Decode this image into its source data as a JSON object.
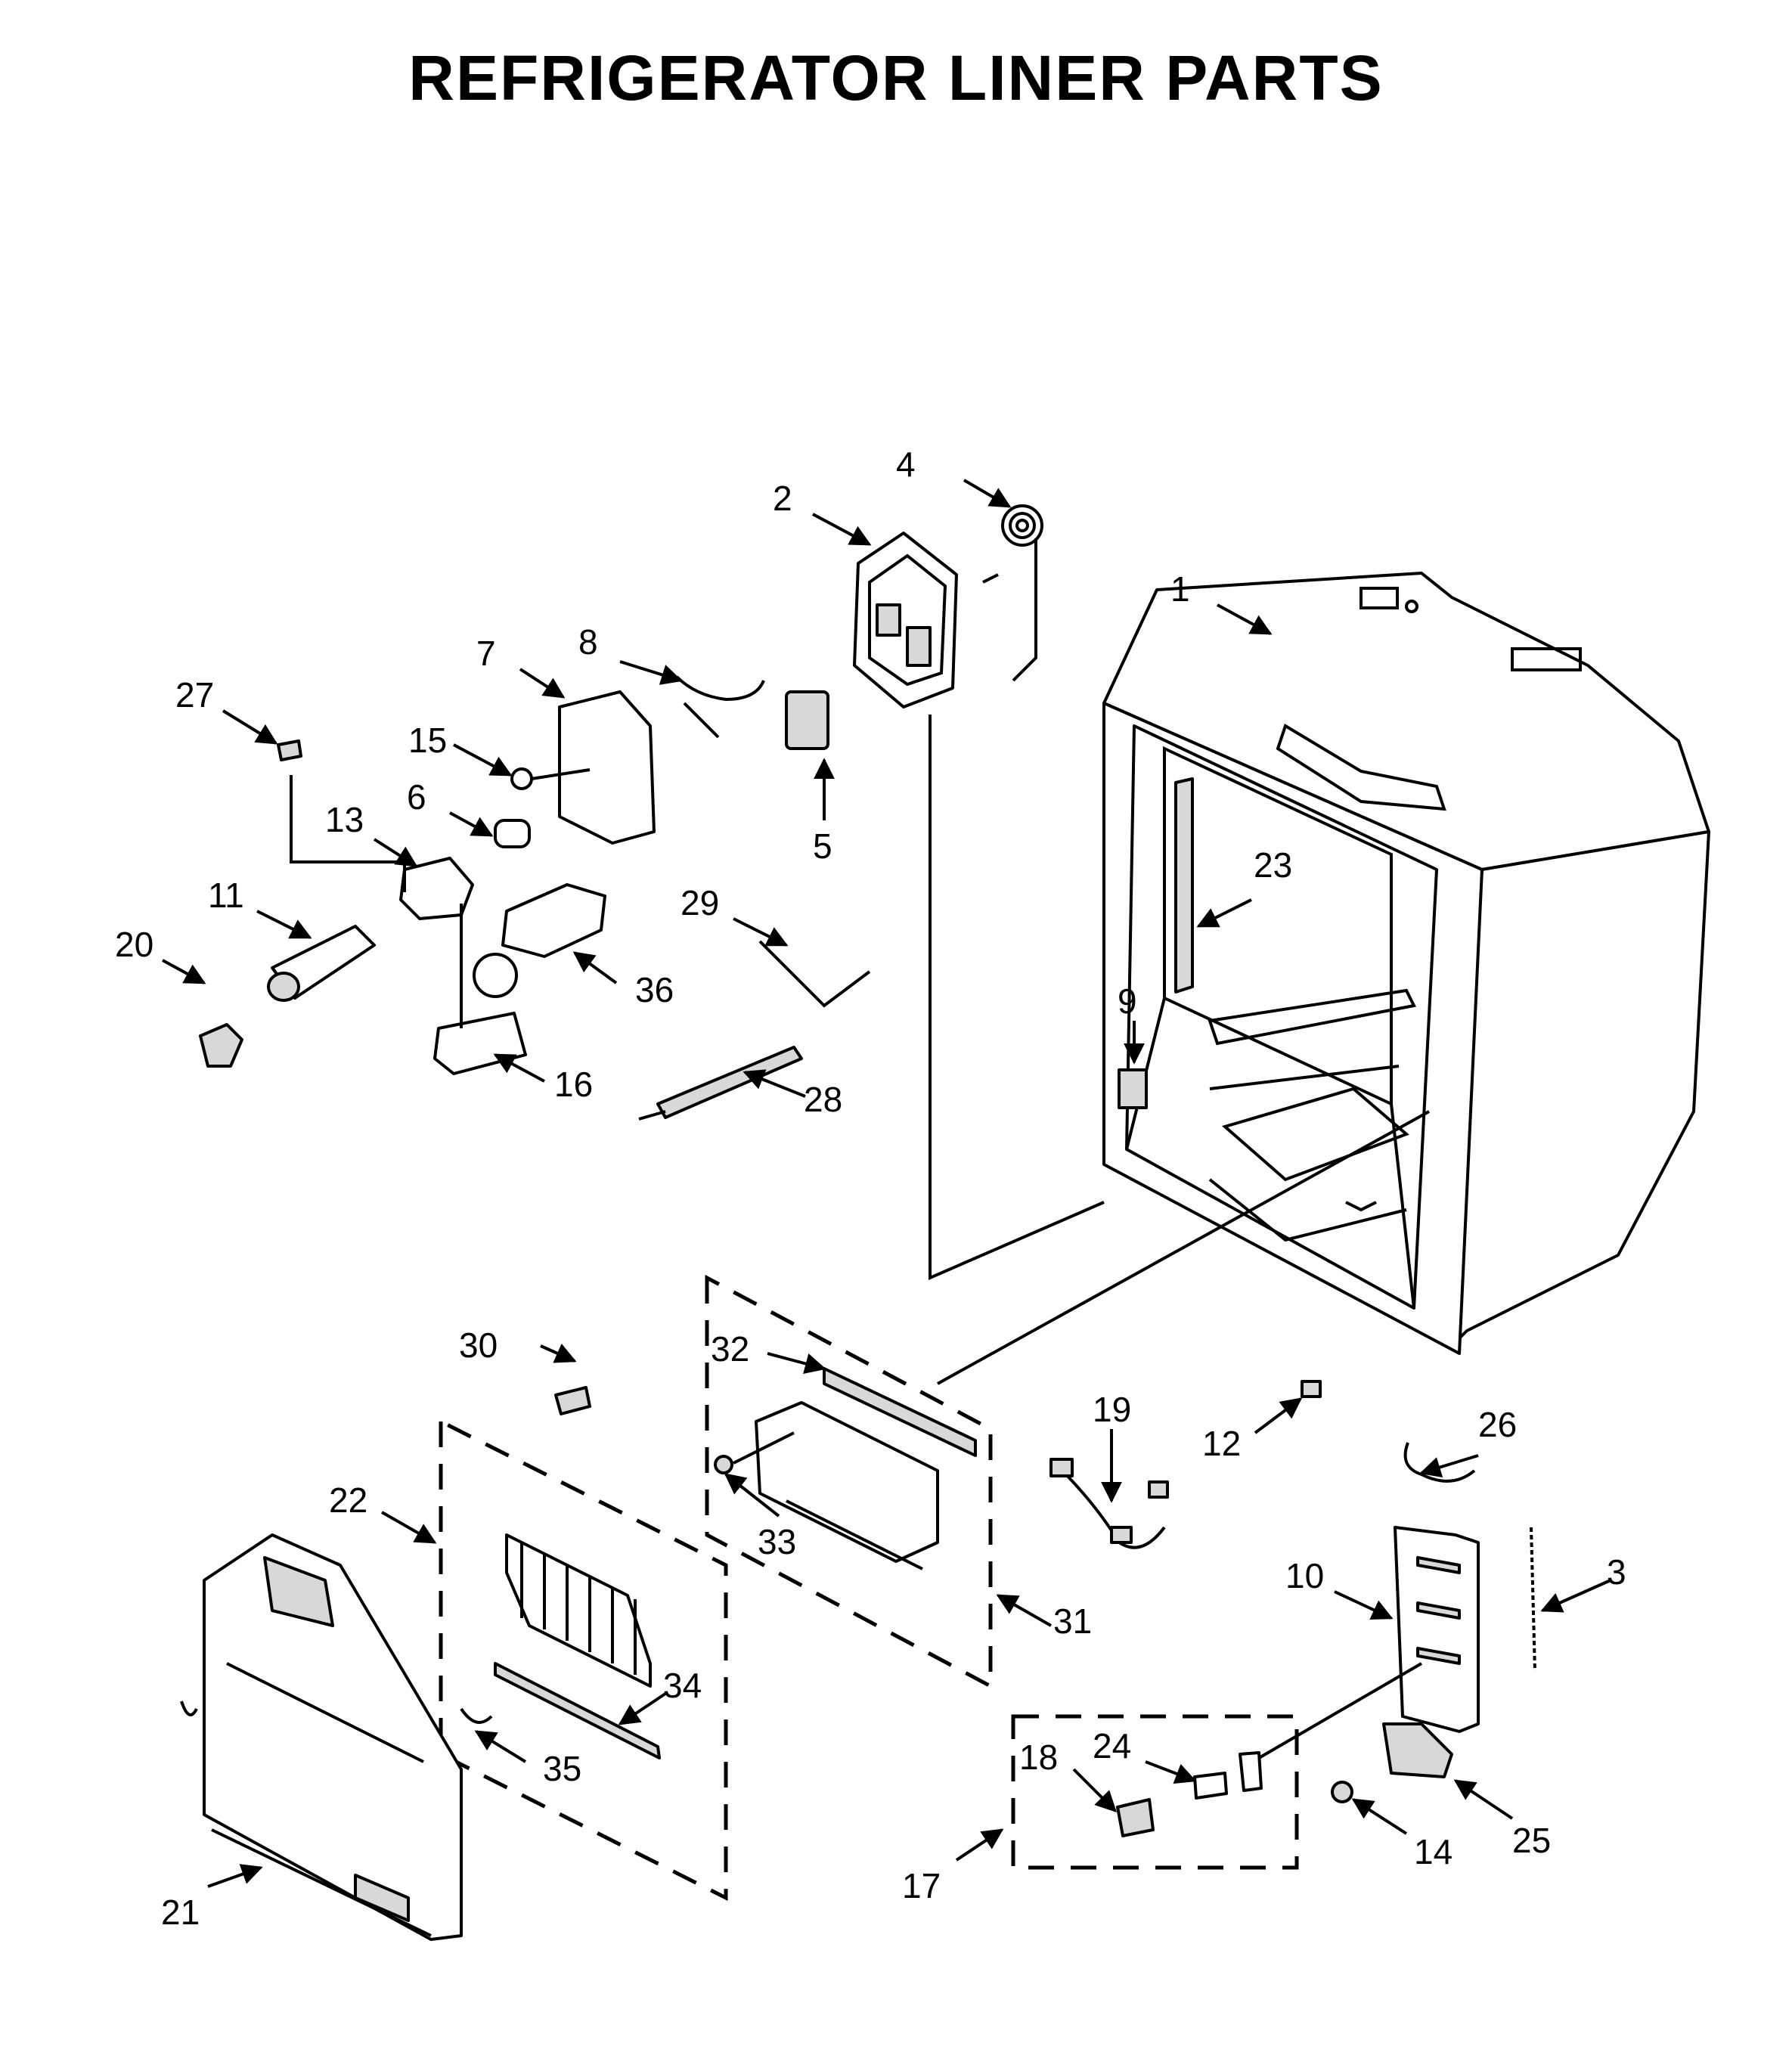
{
  "title": "REFRIGERATOR LINER PARTS",
  "colors": {
    "ink": "#000000",
    "background": "#ffffff",
    "shade": "#d8d8d8"
  },
  "callouts": [
    "1",
    "2",
    "3",
    "4",
    "5",
    "6",
    "7",
    "8",
    "9",
    "10",
    "11",
    "12",
    "13",
    "14",
    "15",
    "16",
    "17",
    "18",
    "19",
    "20",
    "21",
    "22",
    "23",
    "24",
    "25",
    "26",
    "27",
    "28",
    "29",
    "30",
    "31",
    "32",
    "33",
    "34",
    "35",
    "36"
  ]
}
